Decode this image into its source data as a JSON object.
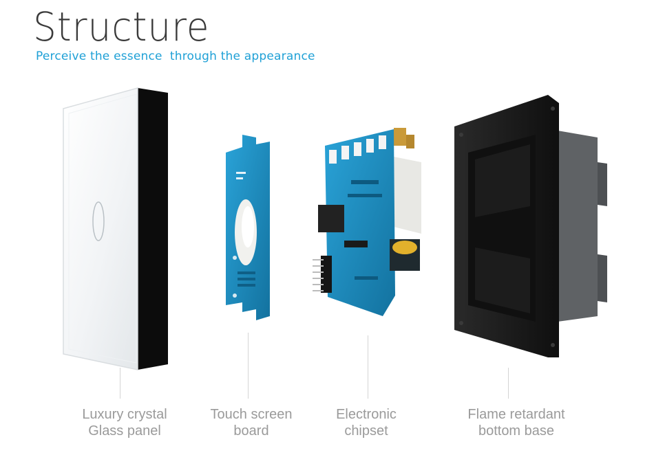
{
  "header": {
    "title": "Structure",
    "subtitle": "Perceive the essence  through the appearance"
  },
  "colors": {
    "accent": "#1ea0d6",
    "title": "#3a3a3a",
    "caption": "#9a9a9a",
    "pcb_blue": "#1c8fc4",
    "base_black": "#1b1b1b"
  },
  "components": [
    {
      "line1": "Luxury crystal",
      "line2": "Glass panel"
    },
    {
      "line1": "Touch screen",
      "line2": "board"
    },
    {
      "line1": "Electronic",
      "line2": "chipset"
    },
    {
      "line1": "Flame retardant",
      "line2": "bottom base"
    }
  ]
}
